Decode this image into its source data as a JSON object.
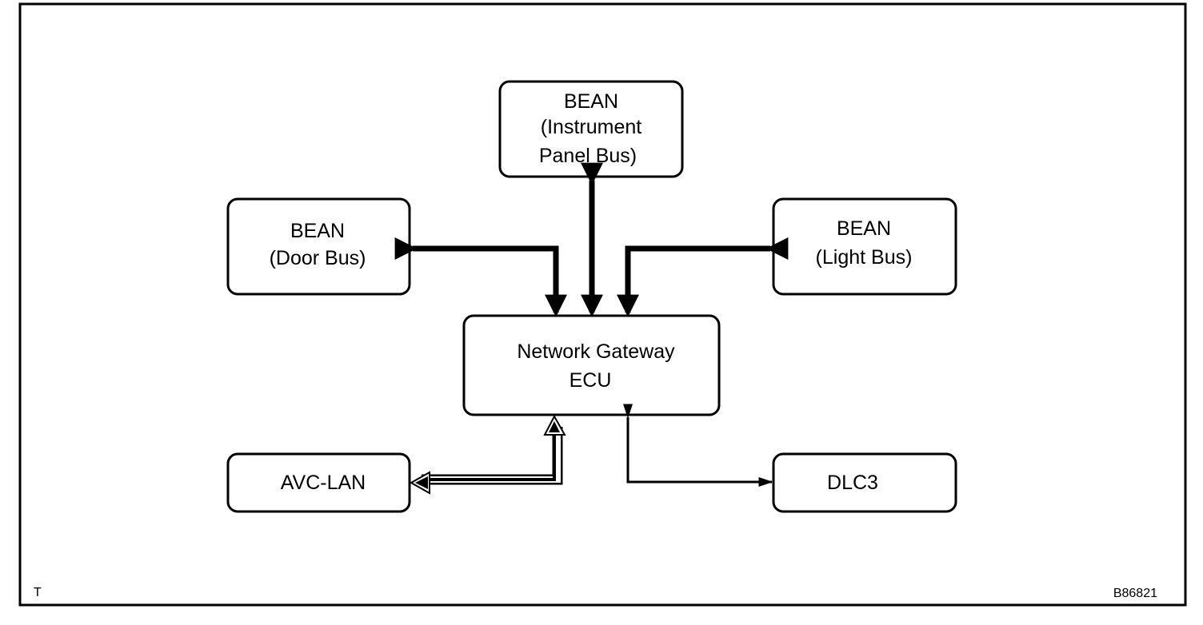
{
  "nodes": {
    "instrument_panel_bus": {
      "lines": [
        "BEAN",
        "(Instrument",
        "Panel Bus)"
      ]
    },
    "door_bus": {
      "lines": [
        "BEAN",
        "(Door Bus)"
      ]
    },
    "light_bus": {
      "lines": [
        "BEAN",
        "(Light Bus)"
      ]
    },
    "gateway": {
      "lines": [
        "Network Gateway",
        "ECU"
      ]
    },
    "avc_lan": {
      "lines": [
        "AVC-LAN"
      ]
    },
    "dlc3": {
      "lines": [
        "DLC3"
      ]
    }
  },
  "corner_label": "T",
  "figure_code": "B86821"
}
